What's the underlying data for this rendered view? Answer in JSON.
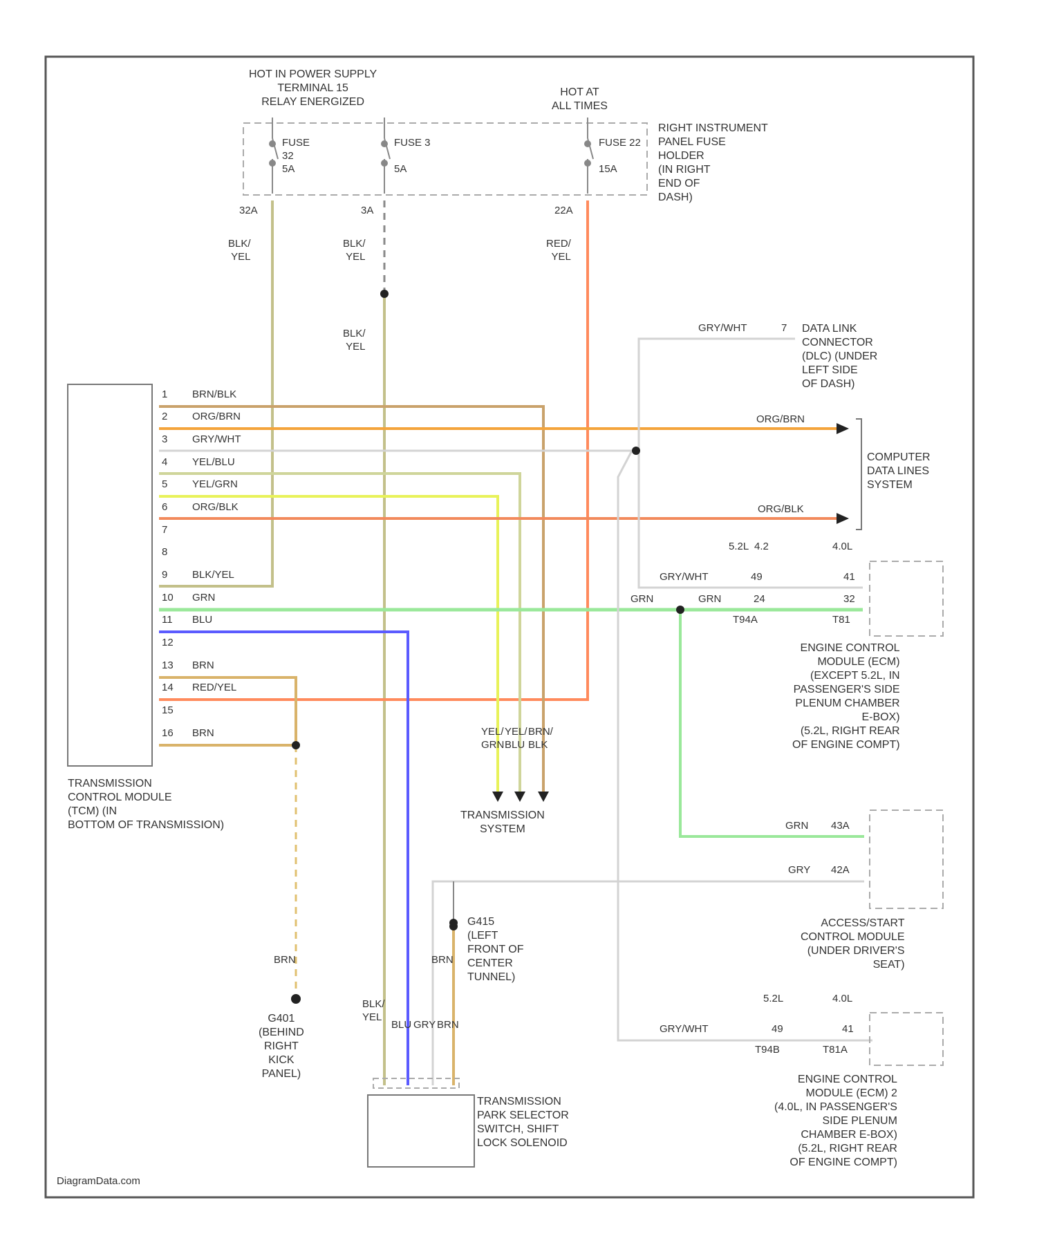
{
  "header_labels": {
    "power_supply": "HOT IN POWER SUPPLY\nTERMINAL 15\nRELAY ENERGIZED",
    "hot_at_all_times": "HOT AT\nALL TIMES",
    "fuse_holder": "RIGHT INSTRUMENT\nPANEL FUSE\nHOLDER\n(IN RIGHT\nEND OF\nDASH)"
  },
  "fuses": [
    {
      "label": "FUSE\n32\n5A",
      "terminal": "32A"
    },
    {
      "label": "FUSE 3\n\n5A",
      "terminal": "3A"
    },
    {
      "label": "FUSE 22\n\n15A",
      "terminal": "22A"
    }
  ],
  "supply_wires": {
    "w1": "BLK/\nYEL",
    "w2": "BLK/\nYEL",
    "w3": "RED/\nYEL",
    "w2b": "BLK/\nYEL"
  },
  "tcm_pins": [
    {
      "num": "1",
      "color_code": "BRN/BLK"
    },
    {
      "num": "2",
      "color_code": "ORG/BRN"
    },
    {
      "num": "3",
      "color_code": "GRY/WHT"
    },
    {
      "num": "4",
      "color_code": "YEL/BLU"
    },
    {
      "num": "5",
      "color_code": "YEL/GRN"
    },
    {
      "num": "6",
      "color_code": "ORG/BLK"
    },
    {
      "num": "7",
      "color_code": ""
    },
    {
      "num": "8",
      "color_code": ""
    },
    {
      "num": "9",
      "color_code": "BLK/YEL"
    },
    {
      "num": "10",
      "color_code": "GRN"
    },
    {
      "num": "11",
      "color_code": "BLU"
    },
    {
      "num": "12",
      "color_code": ""
    },
    {
      "num": "13",
      "color_code": "BRN"
    },
    {
      "num": "14",
      "color_code": "RED/YEL"
    },
    {
      "num": "15",
      "color_code": ""
    },
    {
      "num": "16",
      "color_code": "BRN"
    }
  ],
  "components": {
    "tcm": "TRANSMISSION\nCONTROL MODULE\n(TCM) (IN\nBOTTOM OF TRANSMISSION)",
    "dlc": "DATA LINK\nCONNECTOR\n(DLC) (UNDER\nLEFT SIDE\nOF DASH)",
    "computer_data_lines": "COMPUTER\nDATA LINES\nSYSTEM",
    "ecm1": "ENGINE CONTROL\nMODULE (ECM)\n(EXCEPT 5.2L, IN\nPASSENGER'S SIDE\nPLENUM CHAMBER\nE-BOX)\n(5.2L, RIGHT REAR\nOF ENGINE COMPT)",
    "access_start": "ACCESS/START\nCONTROL MODULE\n(UNDER DRIVER'S\nSEAT)",
    "ecm2": "ENGINE CONTROL\nMODULE (ECM) 2\n(4.0L, IN PASSENGER'S\nSIDE PLENUM\nCHAMBER E-BOX)\n(5.2L, RIGHT REAR\nOF ENGINE COMPT)",
    "transmission_system": "TRANSMISSION\nSYSTEM",
    "g409": "G415\n(LEFT\nFRONT OF\nCENTER\nTUNNEL)",
    "g401": "G401\n(BEHIND\nRIGHT\nKICK\nPANEL)",
    "park_switch": "TRANSMISSION\nPARK SELECTOR\nSWITCH, SHIFT\nLOCK SOLENOID"
  },
  "wire_labels": {
    "dlc_wire": "GRY/WHT",
    "dlc_pin": "7",
    "cdl_top": "ORG/BRN",
    "cdl_bottom": "ORG/BLK",
    "engine_variants_a": "5.2L  4.2",
    "engine_variant_b": "4.0L",
    "ecm_gry_wht": "GRY/WHT",
    "ecm_pin_a": "49",
    "ecm_pin_b": "41",
    "grn_a": "GRN",
    "grn_b": "GRN",
    "grn_pin_a": "24",
    "grn_pin_b": "32",
    "ecm_conn_a": "T94A",
    "ecm_conn_b": "T81",
    "access_grn": "GRN",
    "access_grn_pin": "43A",
    "access_gry": "GRY",
    "access_gry_pin": "42A",
    "ecm2_variant_a": "5.2L",
    "ecm2_variant_b": "4.0L",
    "ecm2_wire": "GRY/WHT",
    "ecm2_pin_a": "49",
    "ecm2_pin_b": "41",
    "ecm2_conn_a": "T94B",
    "ecm2_conn_b": "T81A",
    "ts_wire_1": "YEL/\nGRN",
    "ts_wire_2": "YEL/\nBLU",
    "ts_wire_3": "BRN/\nBLK",
    "g401_wire": "BRN",
    "g409_wire": "BRN",
    "ps_wire_1": "BLK/\nYEL",
    "ps_wire_2": "BLU",
    "ps_wire_3": "GRY",
    "ps_wire_4": "BRN"
  },
  "footer": "DiagramData.com",
  "colors": {
    "brn_blk": "#c9a26b",
    "org_brn": "#f4a43c",
    "gry_wht": "#d3d3d3",
    "yel_blu": "#cfd59a",
    "yel_grn": "#e8f25a",
    "org_blk": "#f28a5c",
    "blk_yel": "#c3c08a",
    "grn": "#9ae89a",
    "blu": "#5b5bff",
    "brn": "#d9b36a",
    "red_yel": "#ff8a5c"
  }
}
